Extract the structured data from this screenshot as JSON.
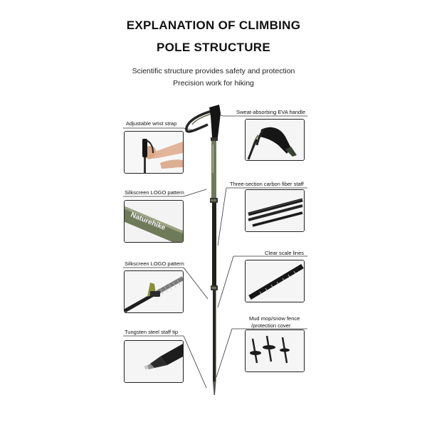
{
  "header": {
    "title_line1": "EXPLANATION OF CLIMBING",
    "title_line2": "POLE STRUCTURE",
    "subtitle_line1": "Scientific structure provides safety and protection",
    "subtitle_line2": "Precision work for hiking"
  },
  "callouts": {
    "wrist_strap": "Adjustable wrist strap",
    "eva_handle": "Sweat-absorbing EVA handle",
    "logo_pattern_1": "Silkscreen LOGO pattern",
    "carbon_staff": "Three-section carbon fiber staff",
    "logo_pattern_2": "Silkscreen LOGO pattern",
    "scale_lines": "Clear scale lines",
    "tip": "Tungsten steel staff tip",
    "mud_mop_line1": "Mud mop/snow fence",
    "mud_mop_line2": "/protection cover"
  },
  "brand": {
    "logo_text": "Naturehike"
  },
  "colors": {
    "pole_green": "#6f7a5a",
    "pole_dark": "#1f2219",
    "handle_black": "#151515"
  }
}
